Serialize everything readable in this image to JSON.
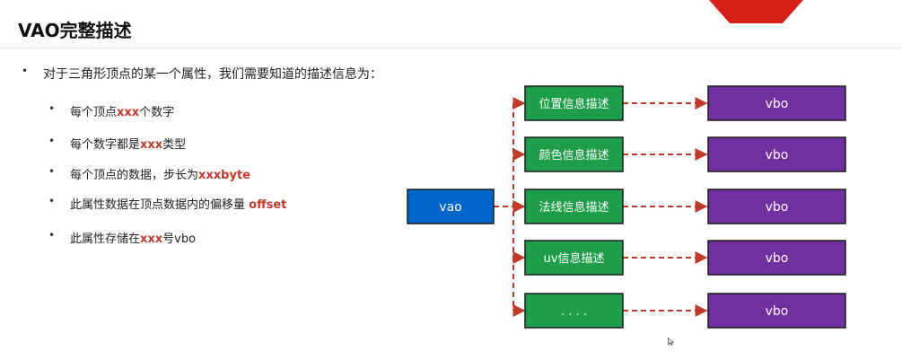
{
  "slide": {
    "title": "VAO完整描述"
  },
  "main_bullet": {
    "bullet": "•",
    "text": "对于三角形顶点的某一个属性，我们需要知道的描述信息为："
  },
  "sub_bullets": [
    {
      "bullet": "•",
      "before": "每个顶点",
      "highlight": "xxx",
      "after": "个数字"
    },
    {
      "bullet": "•",
      "before": "每个数字都是",
      "highlight": "xxx",
      "after": "类型"
    },
    {
      "bullet": "•",
      "before": "每个顶点的数据，步长为",
      "highlight": "xxxbyte",
      "after": ""
    },
    {
      "bullet": "•",
      "before": "此属性数据在顶点数据内的偏移量 ",
      "highlight": "offset",
      "after": ""
    },
    {
      "bullet": "•",
      "before": "此属性存储在",
      "highlight": "xxx",
      "after": "号vbo"
    }
  ],
  "diagram": {
    "vao_label": "vao",
    "attributes": [
      "位置信息描述",
      "颜色信息描述",
      "法线信息描述",
      "uv信息描述",
      ". . . ."
    ],
    "vbo_labels": [
      "vbo",
      "vbo",
      "vbo",
      "vbo",
      "vbo"
    ],
    "colors": {
      "vao": "#0066cc",
      "attribute": "#1e9e4a",
      "vbo": "#7030a0",
      "arrow": "#c0392b",
      "border": "#1a1a1a"
    }
  }
}
